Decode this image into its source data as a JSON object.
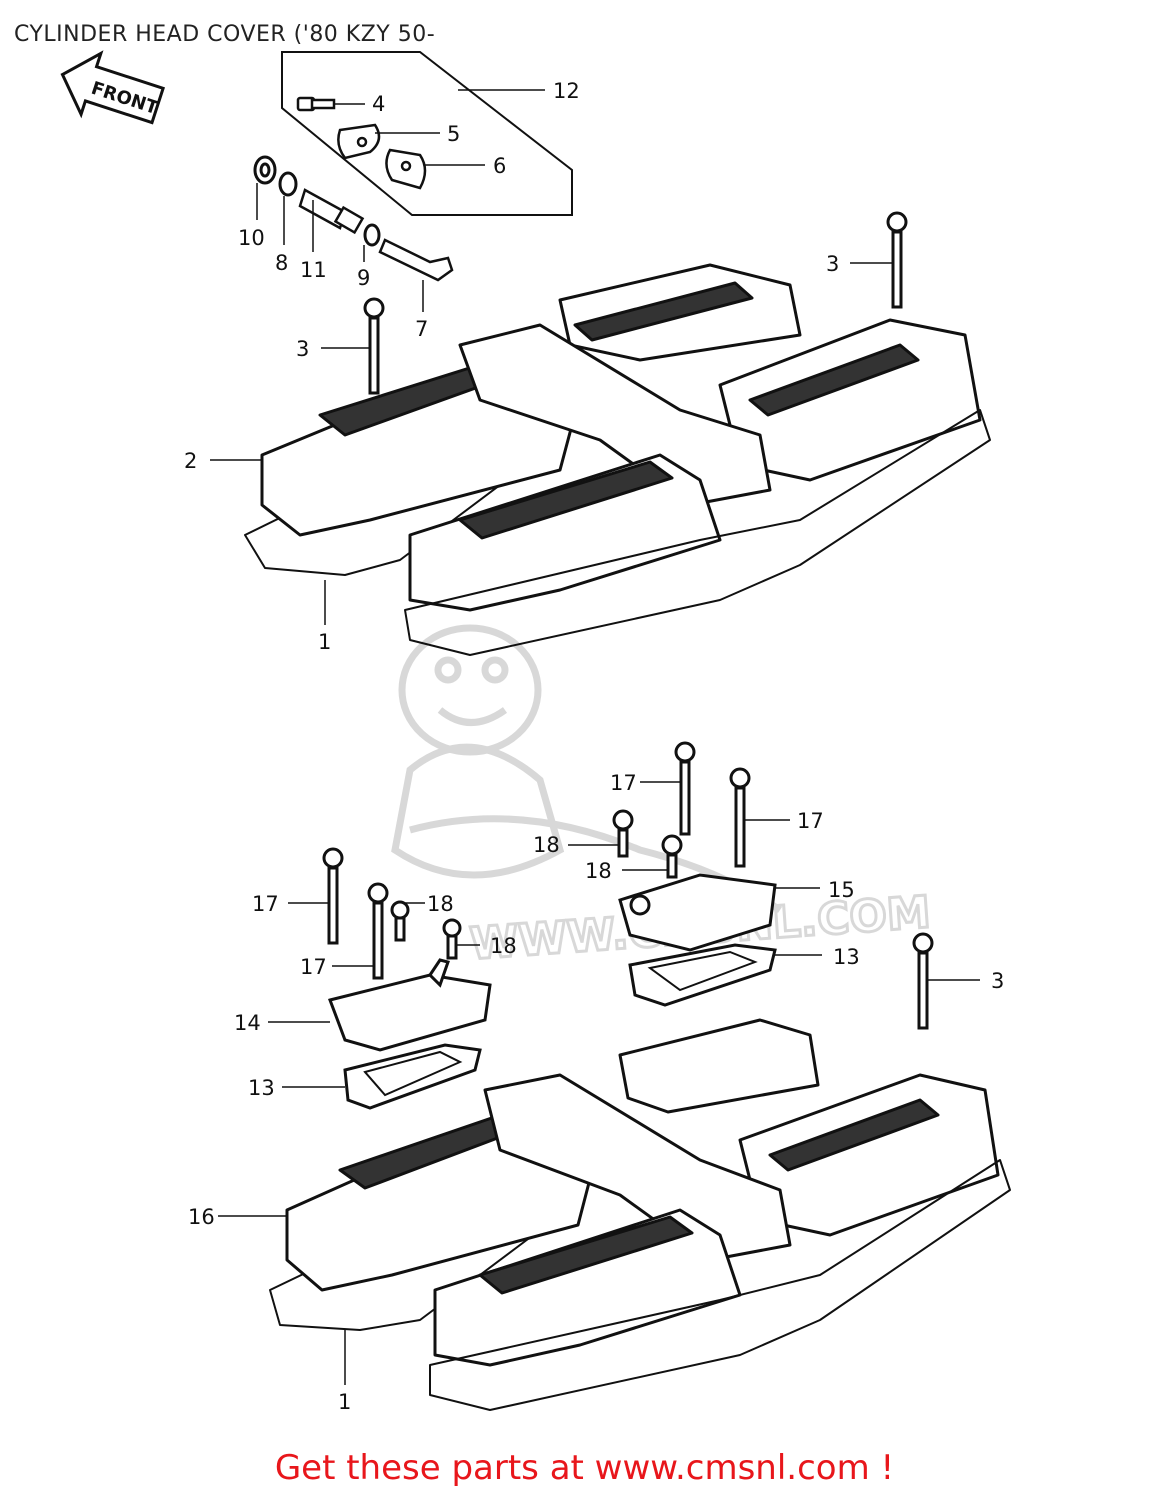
{
  "title": "CYLINDER HEAD COVER ('80 KZY 50-",
  "front_arrow": {
    "label": "FRONT",
    "icon": "front-arrow-icon"
  },
  "watermark": {
    "text": "WWW.CMSNL.COM",
    "logo": "cms-mascot-logo",
    "color": "#d8d8d8"
  },
  "callouts": {
    "top": [
      "12",
      "4",
      "5",
      "6",
      "10",
      "8",
      "11",
      "9",
      "7",
      "3",
      "3",
      "2",
      "1"
    ],
    "bottom": [
      "17",
      "18",
      "17",
      "18",
      "15",
      "13",
      "17",
      "18",
      "18",
      "17",
      "3",
      "14",
      "13",
      "16",
      "1"
    ]
  },
  "footer": {
    "text": "Get these parts at www.cmsnl.com !",
    "color": "#e8161b"
  },
  "colors": {
    "line": "#111111",
    "background": "#ffffff"
  }
}
